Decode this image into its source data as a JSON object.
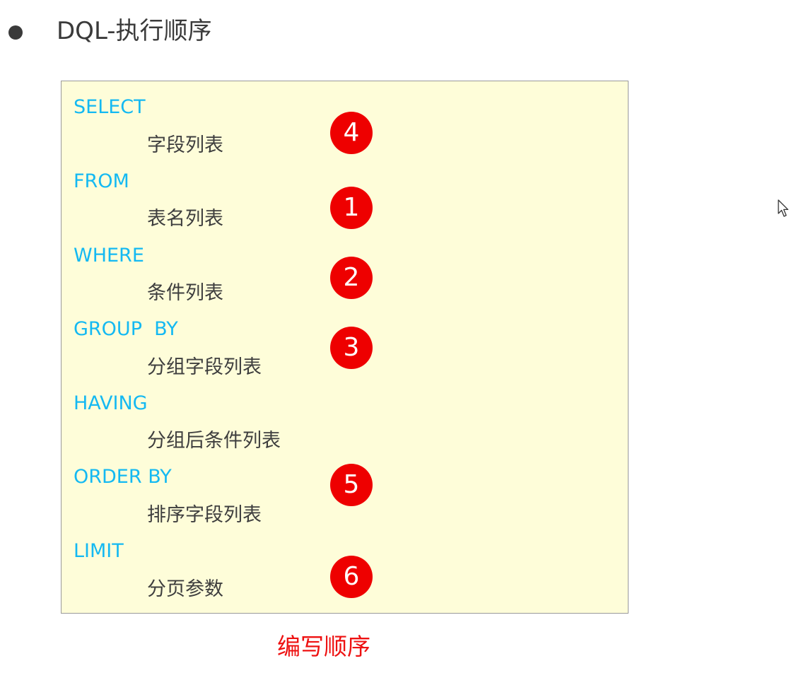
{
  "header": {
    "title": "DQL-执行顺序"
  },
  "sql_box": {
    "rows": [
      {
        "keyword": "SELECT",
        "clause": "字段列表",
        "step": "4"
      },
      {
        "keyword": "FROM",
        "clause": "表名列表",
        "step": "1"
      },
      {
        "keyword": "WHERE",
        "clause": "条件列表",
        "step": "2"
      },
      {
        "keyword": "GROUP  BY",
        "clause": "分组字段列表",
        "step": "3"
      },
      {
        "keyword": "HAVING",
        "clause": "分组后条件列表",
        "step": ""
      },
      {
        "keyword": "ORDER BY",
        "clause": "排序字段列表",
        "step": "5"
      },
      {
        "keyword": "LIMIT",
        "clause": "分页参数",
        "step": "6"
      }
    ]
  },
  "caption": "编写顺序",
  "colors": {
    "keyword": "#14b9f2",
    "badge": "#ee0000",
    "caption": "#ee1111",
    "box_background": "#fefdd9"
  },
  "icons": {
    "bullet": "bullet-dot-icon",
    "cursor": "mouse-pointer-icon"
  }
}
